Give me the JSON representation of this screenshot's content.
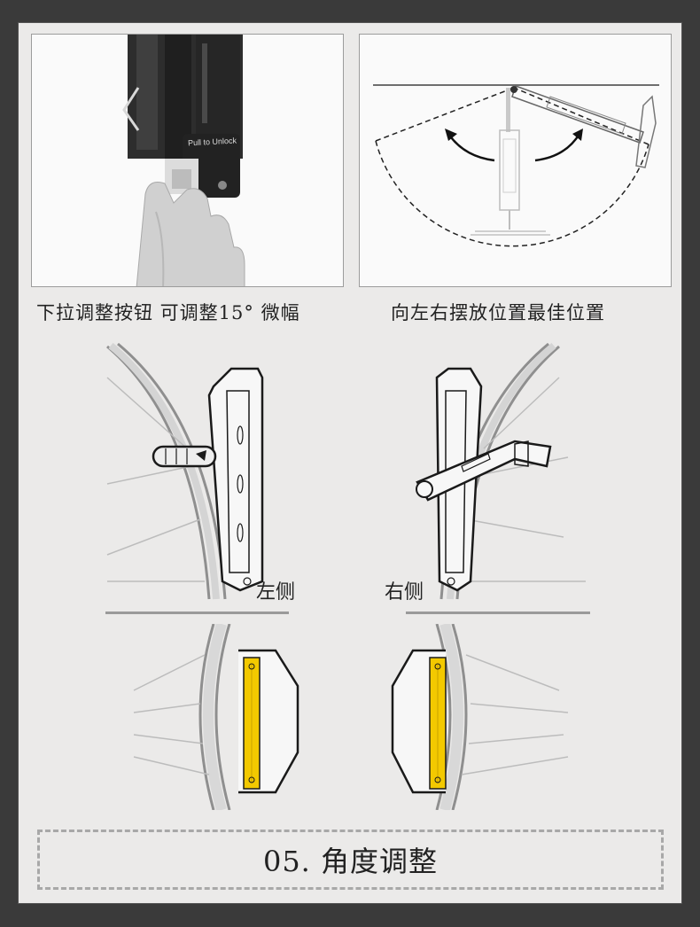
{
  "captions": {
    "left": "下拉调整按钮 可调整15° 微幅",
    "right": "向左右摆放位置最佳位置"
  },
  "product_text": {
    "pull_to_unlock": "Pull to Unlock"
  },
  "labels": {
    "left_side": "左侧",
    "right_side": "右侧"
  },
  "footer": {
    "title": "05. 角度调整"
  },
  "colors": {
    "background": "#3a3a3a",
    "card": "#ebeae9",
    "accent_yellow": "#f3c900",
    "rim": "#8f8f8f"
  },
  "icons": [
    "hand-icon",
    "swing-arrow-left-icon",
    "swing-arrow-right-icon"
  ]
}
